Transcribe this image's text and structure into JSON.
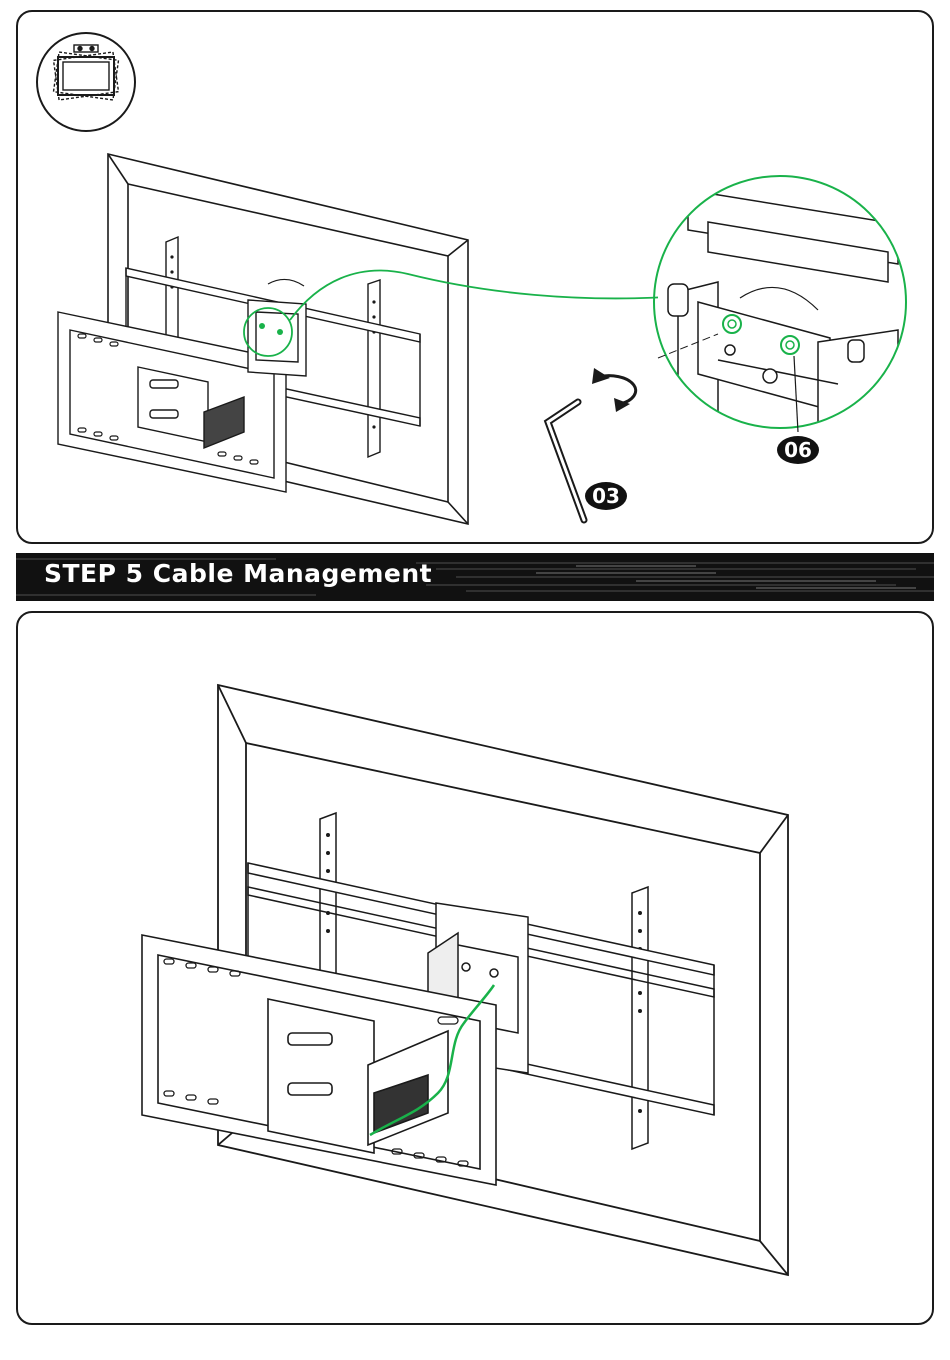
{
  "step_banner": {
    "title": "STEP 5 Cable Management"
  },
  "callouts": {
    "hex_key": "03",
    "washer": "06"
  },
  "colors": {
    "accent_green": "#19b24a",
    "line": "#1a1a1a",
    "banner": "#111111"
  },
  "icons": [
    "orientation-thumbnail-icon",
    "hex-key-icon",
    "rotate-arrows-icon",
    "magnifier-callout-icon"
  ]
}
